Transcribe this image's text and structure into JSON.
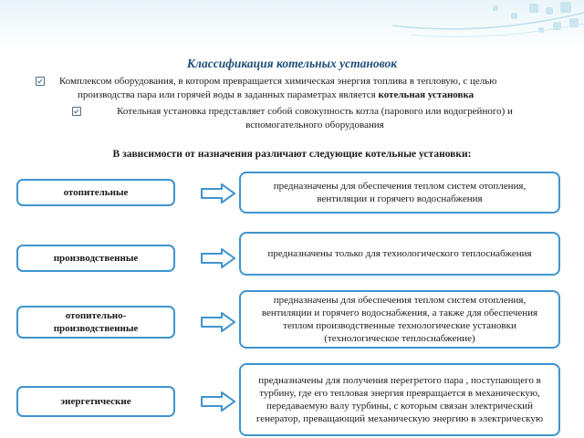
{
  "title": "Классификация котельных установок",
  "bullets": [
    {
      "line1": "Комплексом оборудования, в котором превращается химическая энергия топлива в тепловую, с целью",
      "line2_pre": "производства пара или горячей воды в заданных параметрах является ",
      "line2_bold": "котельная установка"
    },
    {
      "text": "Котельная установка представляет собой совокупность котла (парового или водогрейного) и вспомогательного оборудования"
    }
  ],
  "subtitle": "В зависимости от назначения различают следующие котельные установки:",
  "rows": [
    {
      "category": "отопительные",
      "description": "предназначены для обеспечения теплом систем отопления, вентиляции и горячего водоснабжения"
    },
    {
      "category": "производственные",
      "description": "предназначены только для технологического теплоснабжения"
    },
    {
      "category": "отопительно-производственные",
      "description": "предназначены для обеспечения теплом систем отопления, вентиляции и горячего водоснабжения, а также для обеспечения теплом производственные технологические установки (технологическое теплоснабжение)"
    },
    {
      "category": "энергетические",
      "description": "предназначены для получения перегретого пара , поступающего в турбину, где его тепловая энергия превращается в механическую, передаваемую валу турбины, с которым связан электрический генератор, преващающий механическую энергию в электрическую"
    }
  ],
  "icons": {
    "bullet": "checkbox-bullet-icon",
    "arrow": "right-arrow-icon"
  },
  "colors": {
    "accent": "#3f94cf",
    "title": "#1f4e79"
  }
}
